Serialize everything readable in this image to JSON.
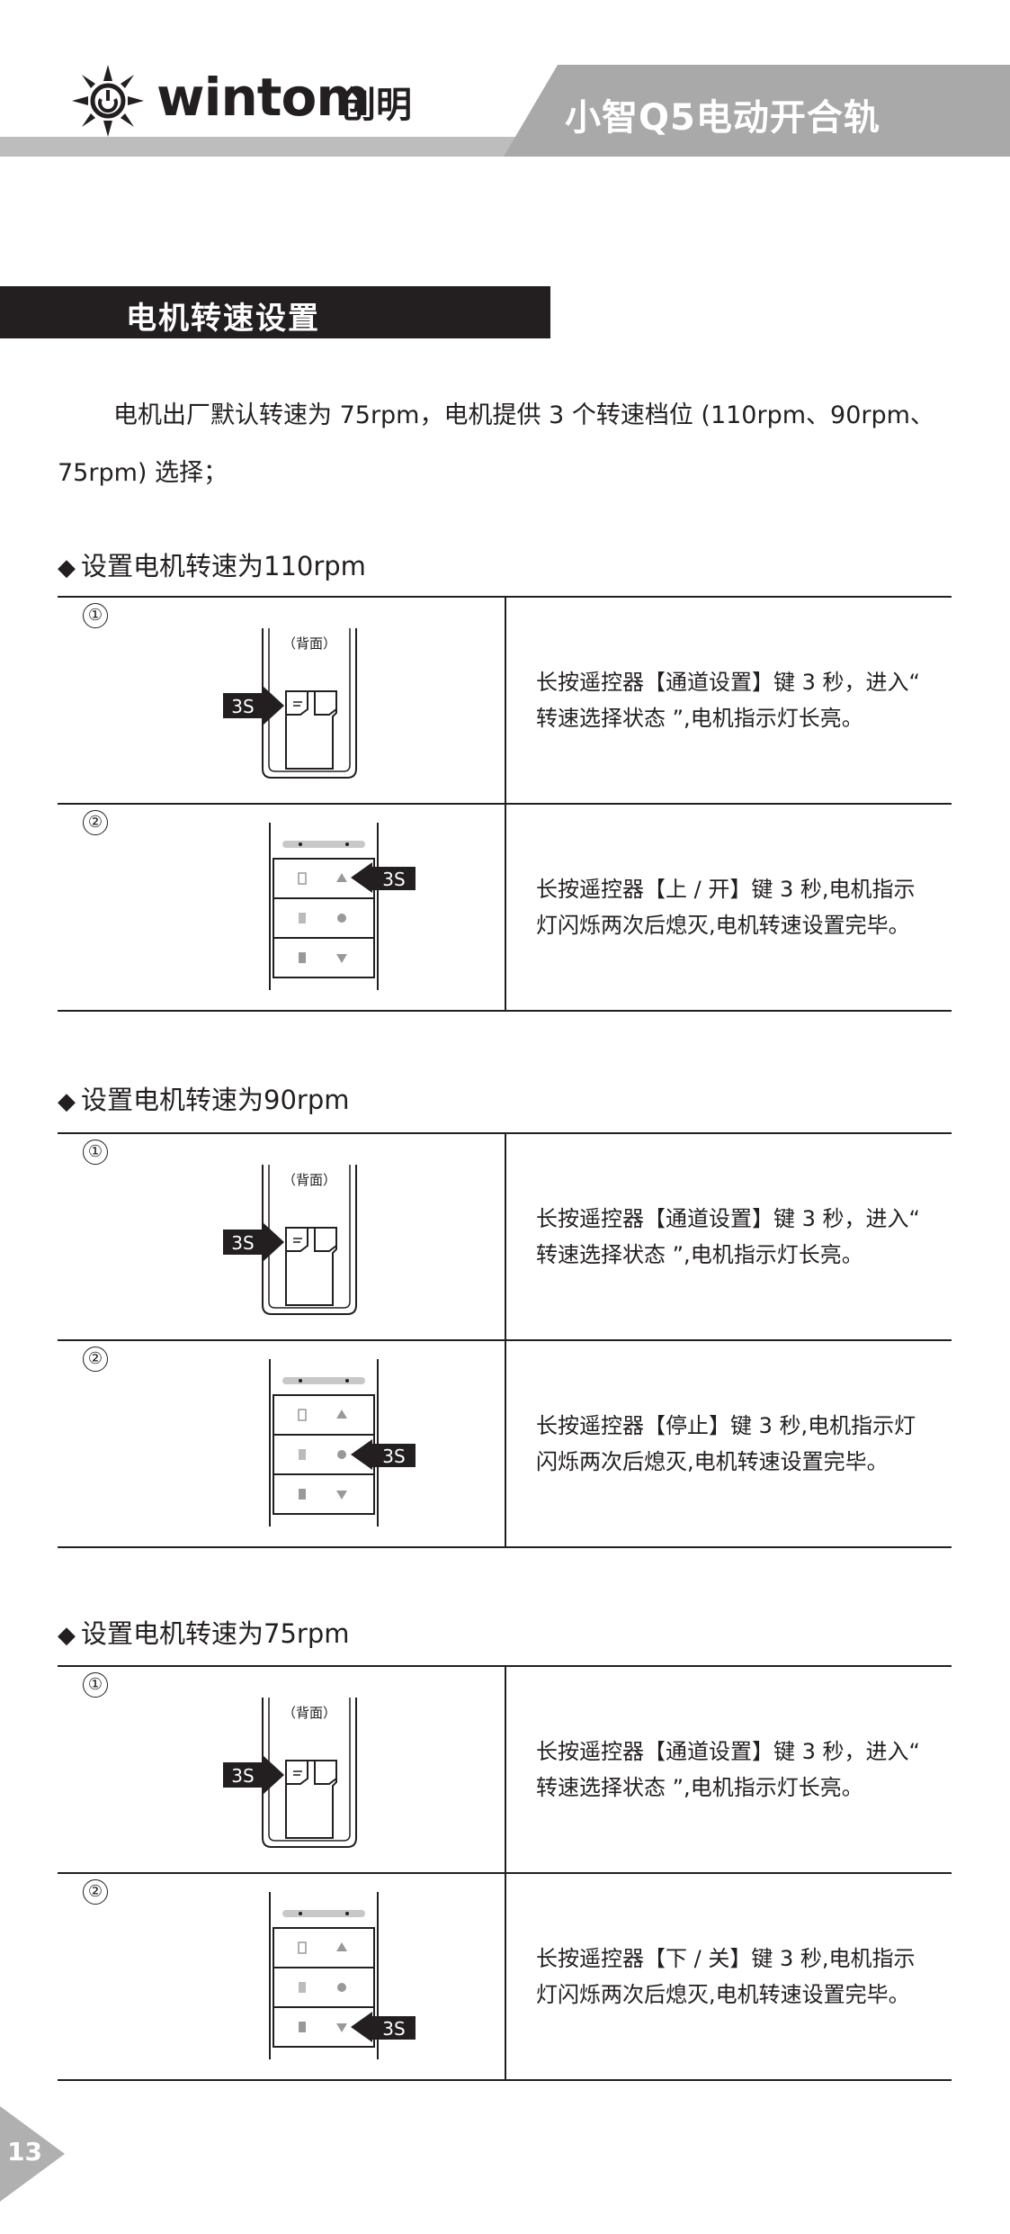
{
  "header": {
    "brand_word": "wintom",
    "brand_cn": "创明",
    "product_title": "小智Q5电动开合轨"
  },
  "section_title": "电机转速设置",
  "intro": "电机出厂默认转速为 75rpm，电机提供 3 个转速档位 (110rpm、90rpm、75rpm) 选择；",
  "figure_labels": {
    "back": "（背面）",
    "hold": "3S"
  },
  "groups": [
    {
      "title": "设置电机转速为110rpm",
      "steps": [
        {
          "num": "①",
          "text": "长按遥控器【通道设置】键 3 秒，进入“ 转速选择状态 ”,电机指示灯长亮。"
        },
        {
          "num": "②",
          "text": "长按遥控器【上 / 开】键 3 秒,电机指示灯闪烁两次后熄灭,电机转速设置完毕。"
        }
      ]
    },
    {
      "title": "设置电机转速为90rpm",
      "steps": [
        {
          "num": "①",
          "text": "长按遥控器【通道设置】键 3 秒，进入“ 转速选择状态 ”,电机指示灯长亮。"
        },
        {
          "num": "②",
          "text": "长按遥控器【停止】键 3 秒,电机指示灯闪烁两次后熄灭,电机转速设置完毕。"
        }
      ]
    },
    {
      "title": "设置电机转速为75rpm",
      "steps": [
        {
          "num": "①",
          "text": "长按遥控器【通道设置】键 3 秒，进入“ 转速选择状态 ”,电机指示灯长亮。"
        },
        {
          "num": "②",
          "text": "长按遥控器【下 / 关】键 3 秒,电机指示灯闪烁两次后熄灭,电机转速设置完毕。"
        }
      ]
    }
  ],
  "page_number": "13"
}
